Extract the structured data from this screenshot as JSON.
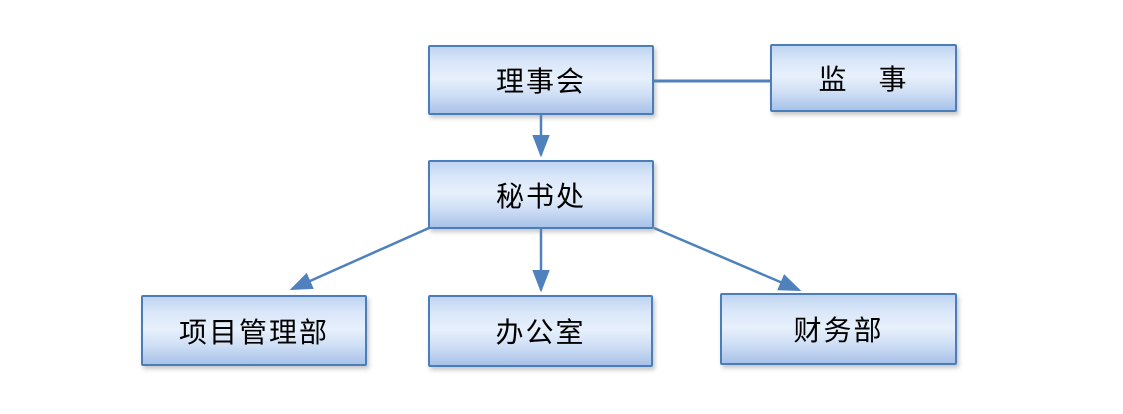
{
  "diagram": {
    "type": "org-chart",
    "colors": {
      "box_border": "#4a7ebb",
      "box_fill_top": "#bfd4f0",
      "box_fill_middle": "#e7f0fc",
      "box_fill_bottom": "#a9c2e9",
      "connector": "#4f81bd",
      "text": "#000000",
      "background": "#ffffff"
    },
    "nodes": [
      {
        "id": "board",
        "label": "理事会"
      },
      {
        "id": "supervisor",
        "label": "监　事"
      },
      {
        "id": "secretariat",
        "label": "秘书处"
      },
      {
        "id": "project",
        "label": "项目管理部"
      },
      {
        "id": "office",
        "label": "办公室"
      },
      {
        "id": "finance",
        "label": "财务部"
      }
    ],
    "edges": [
      {
        "from": "board",
        "to": "supervisor",
        "style": "plain-line",
        "direction": "horizontal"
      },
      {
        "from": "board",
        "to": "secretariat",
        "style": "arrow",
        "direction": "down"
      },
      {
        "from": "secretariat",
        "to": "project",
        "style": "arrow",
        "direction": "down-left"
      },
      {
        "from": "secretariat",
        "to": "office",
        "style": "arrow",
        "direction": "down"
      },
      {
        "from": "secretariat",
        "to": "finance",
        "style": "arrow",
        "direction": "down-right"
      }
    ]
  }
}
